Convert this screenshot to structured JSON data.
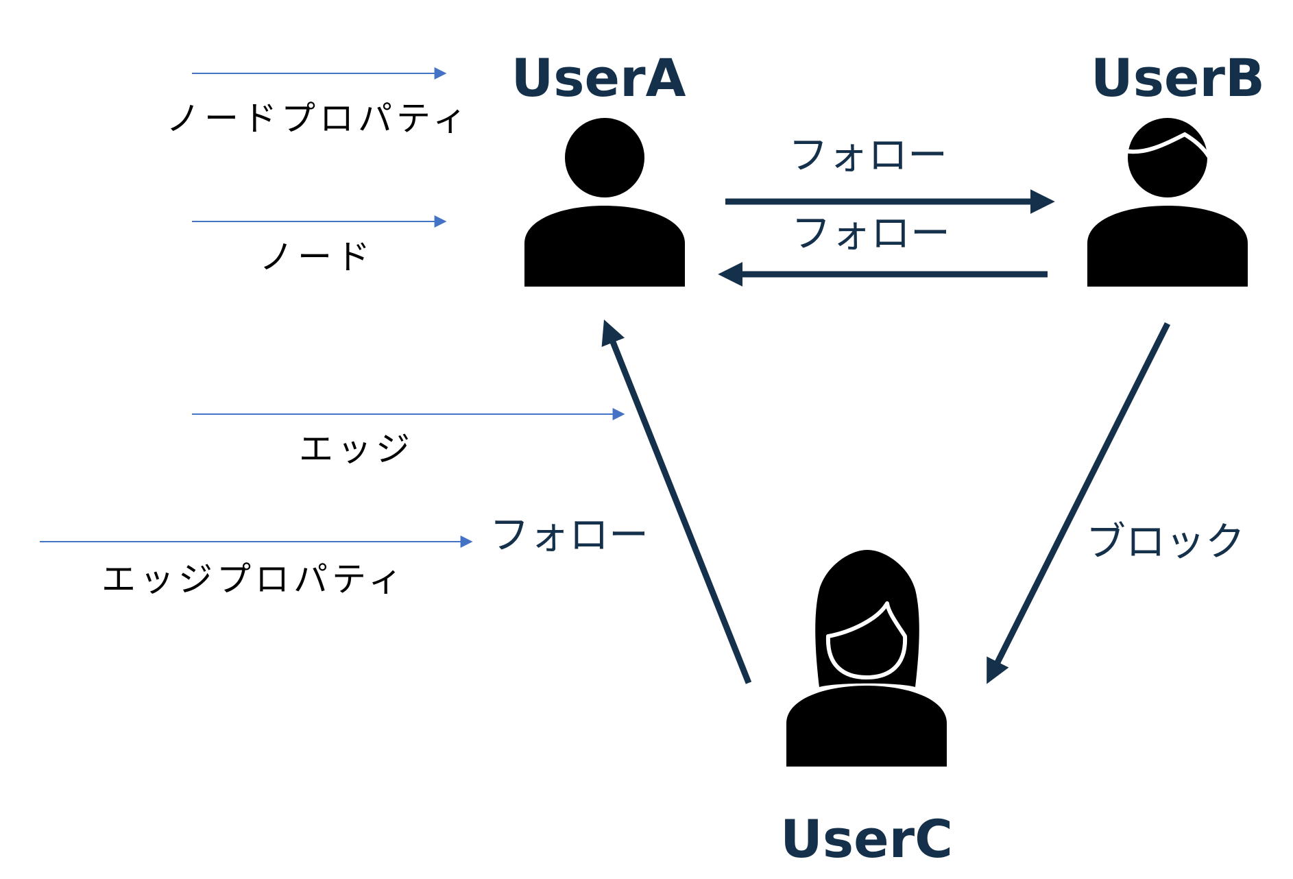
{
  "colors": {
    "ink": "#14304a",
    "figure": "#000000",
    "legend_arrow": "#4472c4",
    "background": "#ffffff"
  },
  "nodes": {
    "user_a": {
      "label": "UserA",
      "icon": "person-icon"
    },
    "user_b": {
      "label": "UserB",
      "icon": "man-icon"
    },
    "user_c": {
      "label": "UserC",
      "icon": "woman-icon"
    }
  },
  "edges": {
    "a_to_b": {
      "label": "フォロー",
      "from": "UserA",
      "to": "UserB"
    },
    "b_to_a": {
      "label": "フォロー",
      "from": "UserB",
      "to": "UserA"
    },
    "c_to_a": {
      "label": "フォロー",
      "from": "UserC",
      "to": "UserA"
    },
    "b_to_c": {
      "label": "ブロック",
      "from": "UserB",
      "to": "UserC"
    }
  },
  "legend": {
    "node_property": "ノードプロパティ",
    "node": "ノード",
    "edge": "エッジ",
    "edge_property": "エッジプロパティ"
  }
}
